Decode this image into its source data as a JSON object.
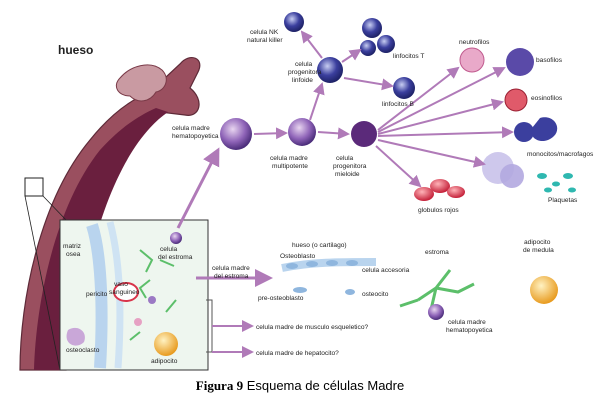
{
  "labels": {
    "hueso": "hueso",
    "celula_nk": "celula NK",
    "natural_killer": "natural killer",
    "neutrofilos": "neutrofilos",
    "basofilos": "basofilos",
    "linfocitos_t": "linfocitos T",
    "progenitora_linfoide_1": "celula",
    "progenitora_linfoide_2": "progenitora",
    "progenitora_linfoide_3": "linfoide",
    "linfocitos_b": "linfocitos B",
    "eosinofilos": "eosinofilos",
    "hematopoyetica_1": "celula madre",
    "hematopoyetica_2": "hematopoyetica",
    "multipotente_1": "celula madre",
    "multipotente_2": "multipotente",
    "mieloide_1": "celula",
    "mieloide_2": "progenitora",
    "mieloide_3": "mieloide",
    "monocitos": "monocitos/macrofagos",
    "plaquetas": "Plaquetas",
    "globulos_rojos": "globulos rojos",
    "matriz_1": "matriz",
    "matriz_2": "osea",
    "vaso_1": "vaso",
    "vaso_2": "sanguineo",
    "pericito": "pericito",
    "celula_estroma_1": "celula",
    "celula_estroma_2": "del estroma",
    "madre_estroma_1": "celula madre",
    "madre_estroma_2": "del estroma",
    "osteoclasto": "osteoclasto",
    "adipocito_inset": "adipocito",
    "hueso_cartilago": "hueso (o cartilago)",
    "osteoblasto": "Osteoblasto",
    "celula_accesoria": "celula accesoria",
    "pre_osteoblasto": "pre-osteoblasto",
    "osteocito": "osteocito",
    "estroma": "estroma",
    "adipocito_medula_1": "adipocito",
    "adipocito_medula_2": "de medula",
    "hemat_estroma_1": "celula madre",
    "hemat_estroma_2": "hematopoyetica",
    "musculo": "celula madre de musculo esqueletico?",
    "hepatocito": "celula madre de hepatocito?"
  },
  "caption": {
    "figure": "Figura 9",
    "text": " Esquema de células Madre"
  },
  "colors": {
    "bone": "#9a4f5f",
    "marrow": "#6a1f3e",
    "arrow": "#b07ab8",
    "stem_cell": "#6b4aa0",
    "lymphocyte": "#2b2f8c",
    "red_cell": "#d8344a",
    "platelet": "#2fb8b0",
    "adipocyte": "#f4b23a"
  }
}
